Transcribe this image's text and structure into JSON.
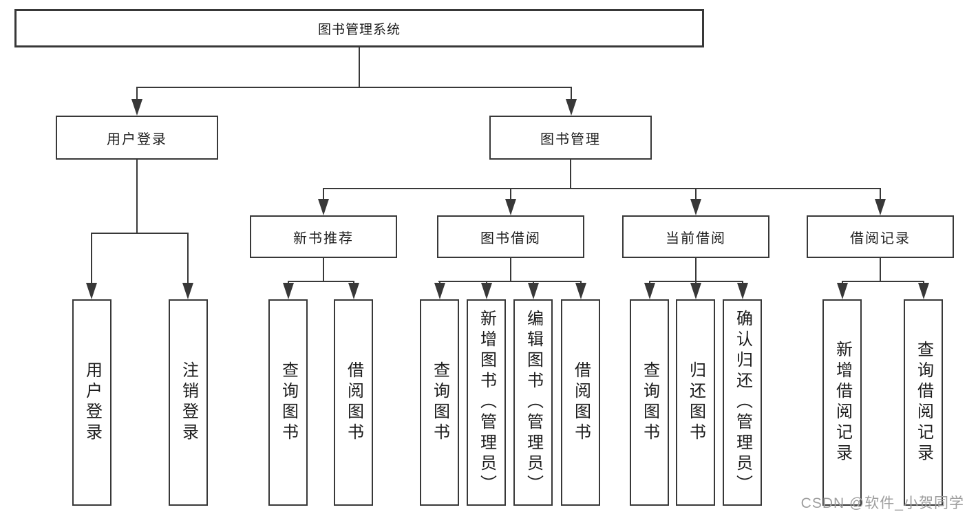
{
  "tree": {
    "label": "图书管理系统",
    "children": [
      {
        "label": "用户登录",
        "children": [
          {
            "label": "用户登录"
          },
          {
            "label": "注销登录"
          }
        ]
      },
      {
        "label": "图书管理",
        "children": [
          {
            "label": "新书推荐",
            "children": [
              {
                "label": "查询图书"
              },
              {
                "label": "借阅图书"
              }
            ]
          },
          {
            "label": "图书借阅",
            "children": [
              {
                "label": "查询图书"
              },
              {
                "label": "新增图书（管理员）"
              },
              {
                "label": "编辑图书（管理员）"
              },
              {
                "label": "借阅图书"
              }
            ]
          },
          {
            "label": "当前借阅",
            "children": [
              {
                "label": "查询图书"
              },
              {
                "label": "归还图书"
              },
              {
                "label": "确认归还（管理员）"
              }
            ]
          },
          {
            "label": "借阅记录",
            "children": [
              {
                "label": "新增借阅记录"
              },
              {
                "label": "查询借阅记录"
              }
            ]
          }
        ]
      }
    ]
  },
  "watermark": {
    "text": "CSDN @软件_小贺同学"
  },
  "colors": {
    "line": "#383838",
    "box_border": "#383838",
    "text": "#1c1c1c",
    "background": "#ffffff",
    "watermark": "#9e9e9e"
  }
}
